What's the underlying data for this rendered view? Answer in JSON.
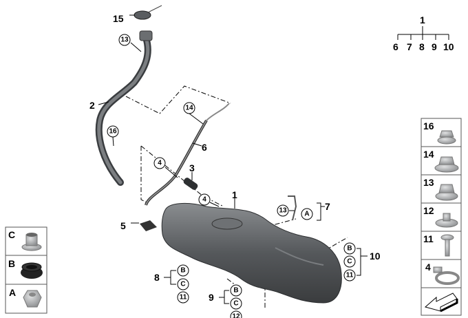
{
  "diagram": {
    "title_tree": {
      "root": "1",
      "children": [
        "6",
        "7",
        "8",
        "9",
        "10"
      ]
    },
    "callouts": {
      "c15": "15",
      "c13a": "13",
      "c2": "2",
      "c16": "16",
      "c14": "14",
      "c6": "6",
      "c4a": "4",
      "c3": "3",
      "c4b": "4",
      "c1": "1",
      "c5": "5",
      "c13b": "13",
      "cA": "A",
      "c7": "7",
      "cB10": "B",
      "cC10": "C",
      "c11_10": "11",
      "c10": "10",
      "c8": "8",
      "cB8": "B",
      "cC8": "C",
      "c11_8": "11",
      "c9": "9",
      "cB9": "B",
      "cC9": "C",
      "c12_9": "12"
    },
    "right_panel": [
      "16",
      "14",
      "13",
      "12",
      "11",
      "4"
    ],
    "left_panel": [
      "C",
      "B",
      "A"
    ],
    "colors": {
      "part": "#5f6366",
      "part_dark": "#3a3d40",
      "hardware": "#a8aaac"
    }
  }
}
